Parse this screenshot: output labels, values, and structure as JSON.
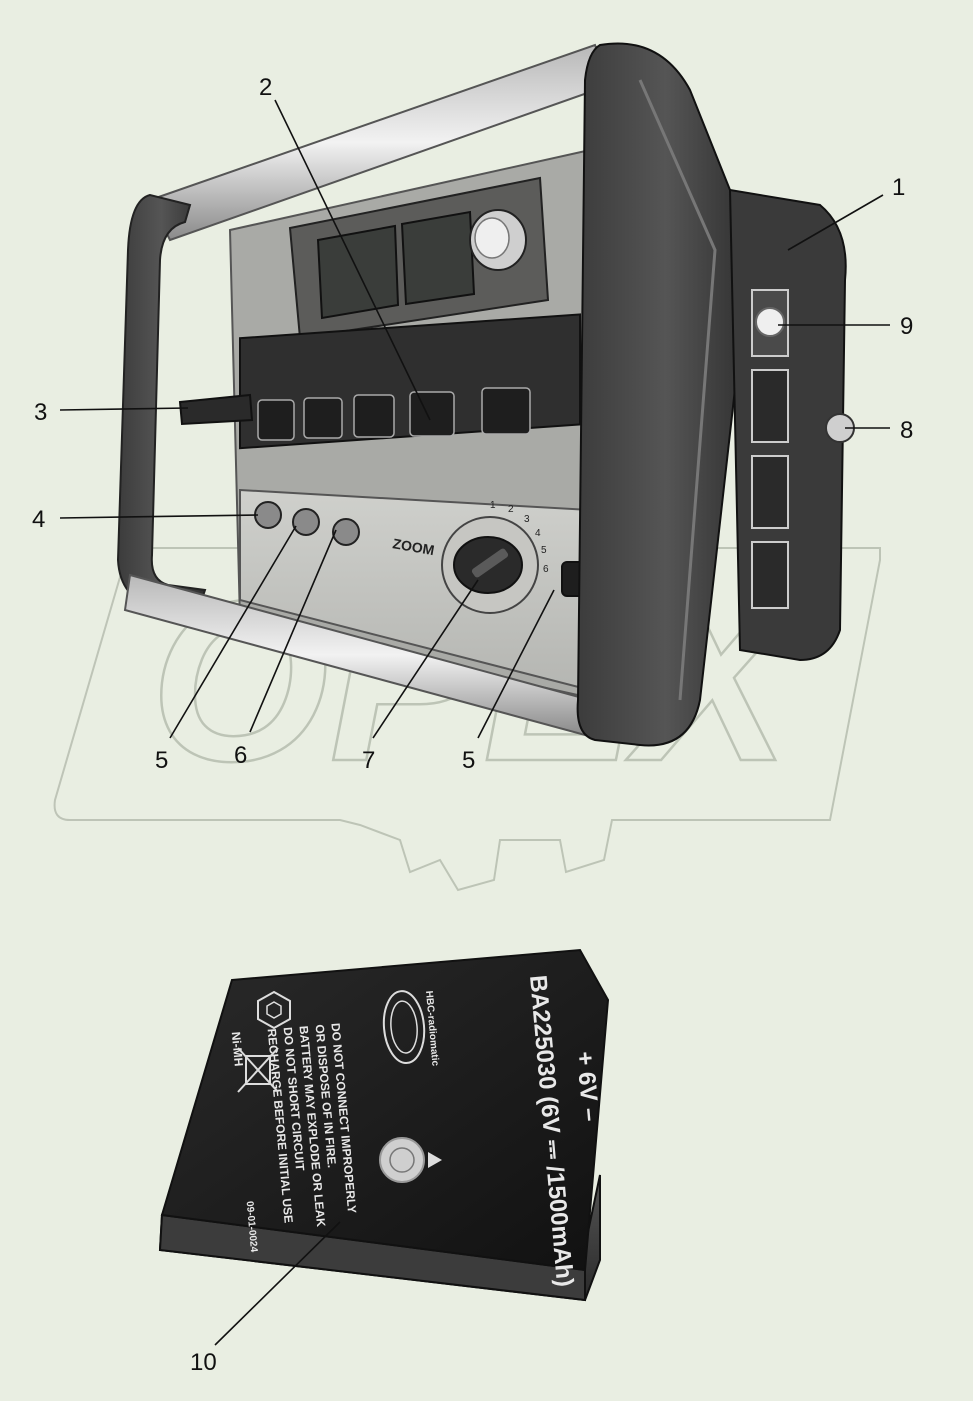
{
  "diagram": {
    "watermark": "OPEX",
    "callouts": [
      {
        "id": "c1",
        "label": "1"
      },
      {
        "id": "c2",
        "label": "2"
      },
      {
        "id": "c3",
        "label": "3"
      },
      {
        "id": "c4",
        "label": "4"
      },
      {
        "id": "c5a",
        "label": "5"
      },
      {
        "id": "c6",
        "label": "6"
      },
      {
        "id": "c7",
        "label": "7"
      },
      {
        "id": "c5b",
        "label": "5"
      },
      {
        "id": "c8",
        "label": "8"
      },
      {
        "id": "c9",
        "label": "9"
      },
      {
        "id": "c10",
        "label": "10"
      }
    ],
    "transmitter": {
      "zoom_label": "ZOOM",
      "dial_ticks": [
        "1",
        "2",
        "3",
        "4",
        "5",
        "6"
      ]
    },
    "battery": {
      "model_line": "BA225030 (6V ⎓ /1500mAh)",
      "voltage_line": "+   6V   –",
      "warning_lines": [
        "DO NOT CONNECT IMPROPERLY",
        "OR DISPOSE OF IN FIRE.",
        "BATTERY MAY EXPLODE OR LEAK",
        "DO NOT SHORT CIRCUIT",
        "RECHARGE BEFORE INITIAL USE"
      ],
      "chem_label": "Ni-MH",
      "brand_logo": "HBC-radiomatic",
      "serial": "09-01-0024"
    }
  }
}
